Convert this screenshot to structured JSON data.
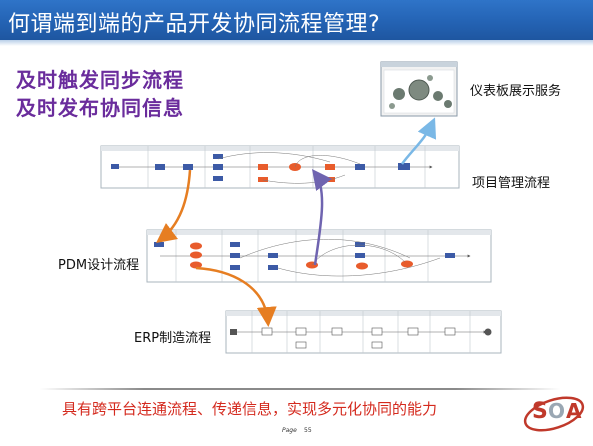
{
  "title": "何谓端到端的产品开发协同流程管理?",
  "headline_1": "及时触发同步流程",
  "headline_2": "及时发布协同信息",
  "labels": {
    "dashboard": "仪表板展示服务",
    "project": "项目管理流程",
    "pdm": "PDM设计流程",
    "erp": "ERP制造流程"
  },
  "tagline": "具有跨平台连通流程、传递信息，实现多元化协同的能力",
  "footer": {
    "page_label": "Page",
    "page_number": "55"
  },
  "colors": {
    "title_bar": "#2463b4",
    "headline": "#6a2c9c",
    "tagline": "#d42a1e",
    "arrow_blue": "#7ab8e6",
    "arrow_orange": "#e67e22",
    "arrow_purple": "#6f64b0",
    "node_orange": "#e85c2c",
    "node_blue": "#3c5aa6"
  },
  "icons": [
    "dashboard-thumbnail-icon",
    "soa-logo-icon"
  ]
}
